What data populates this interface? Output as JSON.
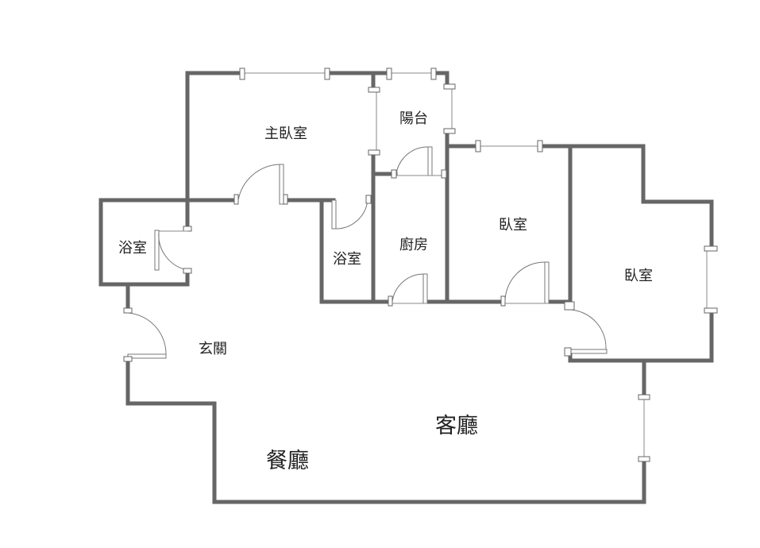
{
  "rooms": {
    "master_bedroom": "主臥室",
    "balcony": "陽台",
    "bathroom_left": "浴室",
    "bathroom_center": "浴室",
    "kitchen": "廚房",
    "bedroom_center": "臥室",
    "bedroom_right": "臥室",
    "entrance": "玄關",
    "living_room": "客廳",
    "dining_room": "餐廳"
  },
  "colors": {
    "wall": "#666666",
    "label": "#222222",
    "background": "#ffffff"
  }
}
